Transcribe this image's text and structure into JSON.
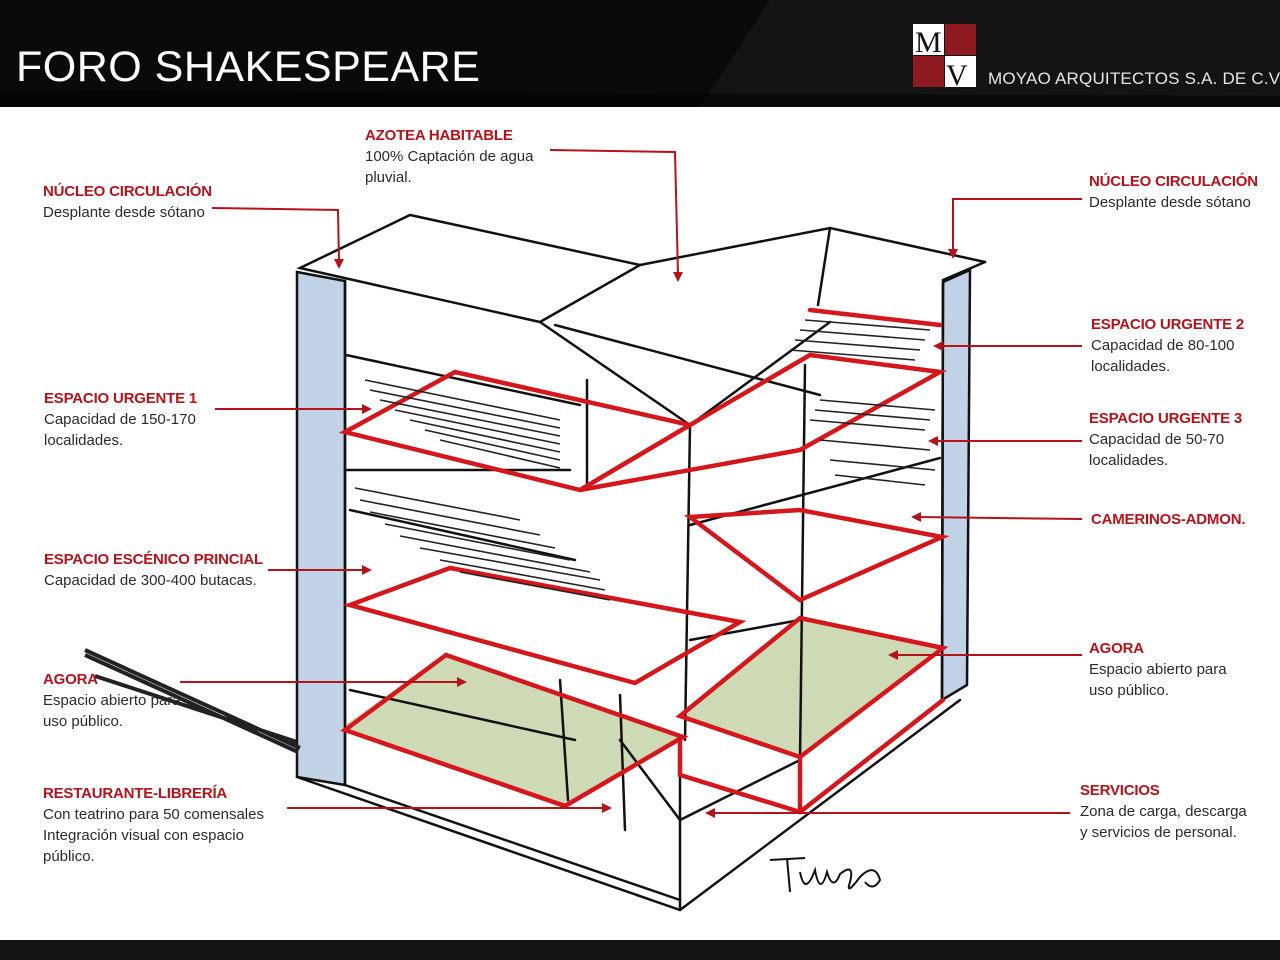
{
  "header": {
    "title": "FORO SHAKESPEARE",
    "firm": "MOYAO ARQUITECTOS S.A. DE C.V.",
    "logo_letters": "MV",
    "background_color": "#0a0a0a",
    "logo_accent_color": "#8c1a1e"
  },
  "colors": {
    "label_heading": "#b5121b",
    "leader_line": "#b5121b",
    "circulation_core_fill": "#c2d2e6",
    "agora_fill": "#c5d4a8",
    "slab_highlight": "#d4171d"
  },
  "annotations": {
    "azotea": {
      "title": "AZOTEA HABITABLE",
      "lines": [
        "100% Captación de agua",
        "pluvial."
      ]
    },
    "nucleo_left": {
      "title": "NÚCLEO CIRCULACIÓN",
      "lines": [
        "Desplante desde sótano"
      ]
    },
    "nucleo_right": {
      "title": "NÚCLEO CIRCULACIÓN",
      "lines": [
        "Desplante desde sótano"
      ]
    },
    "urgente1": {
      "title": "ESPACIO URGENTE 1",
      "lines": [
        "Capacidad de 150-170",
        "localidades."
      ]
    },
    "urgente2": {
      "title": "ESPACIO URGENTE 2",
      "lines": [
        "Capacidad de 80-100",
        "localidades."
      ]
    },
    "urgente3": {
      "title": "ESPACIO URGENTE 3",
      "lines": [
        "Capacidad de 50-70",
        "localidades."
      ]
    },
    "camerinos": {
      "title": "CAMERINOS-ADMON.",
      "lines": []
    },
    "escenico": {
      "title": "ESPACIO ESCÉNICO PRINCIAL",
      "lines": [
        "Capacidad de 300-400 butacas."
      ]
    },
    "agora_left": {
      "title": "AGORA",
      "lines": [
        "Espacio abierto para",
        "uso público."
      ]
    },
    "agora_right": {
      "title": "AGORA",
      "lines": [
        "Espacio abierto para",
        "uso público."
      ]
    },
    "restaurante": {
      "title": "RESTAURANTE-LIBRERÍA",
      "lines": [
        "Con teatrino para 50 comensales",
        "Integración visual con espacio",
        "público."
      ]
    },
    "servicios": {
      "title": "SERVICIOS",
      "lines": [
        "Zona de carga, descarga",
        "y servicios de personal."
      ]
    }
  }
}
